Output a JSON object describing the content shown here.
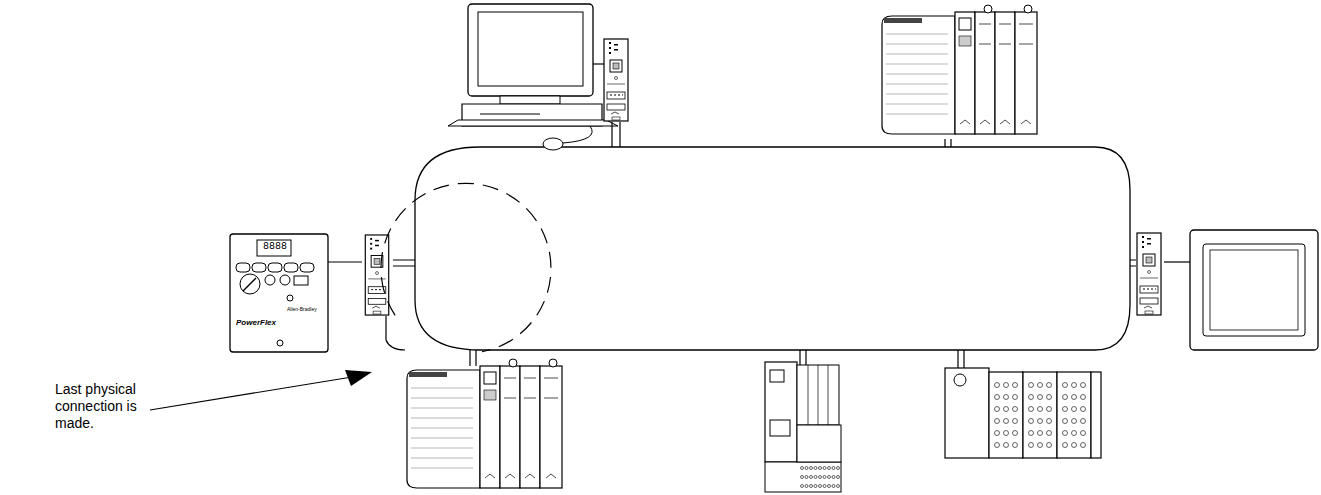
{
  "diagram": {
    "labels": [
      "Last physical connection is made.",
      "8888",
      "PowerFlex",
      "Allen-Bradley"
    ]
  }
}
